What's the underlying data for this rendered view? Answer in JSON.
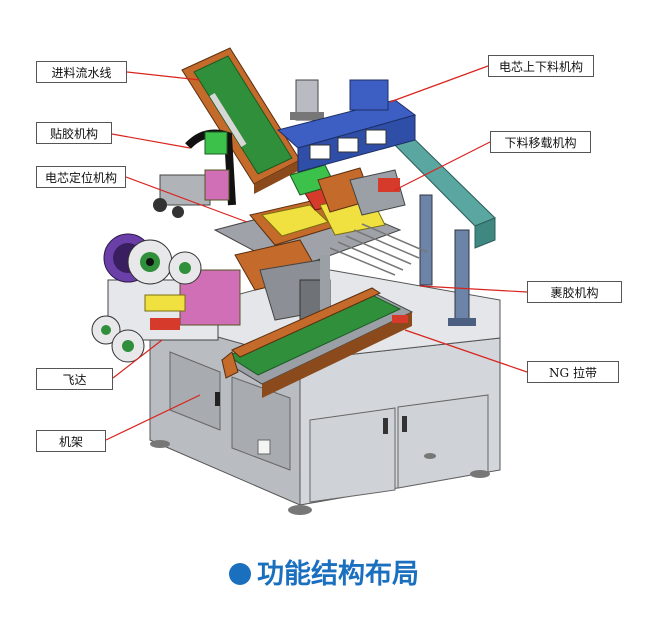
{
  "labels": {
    "feed_conveyor": "进料流水线",
    "taping_mechanism": "贴胶机构",
    "cell_positioning": "电芯定位机构",
    "flying_reach": "飞达",
    "frame": "机架",
    "cell_load_unload": "电芯上下料机构",
    "unload_transfer": "下料移载机构",
    "wrapping_mechanism": "裹胶机构",
    "ng_belt": "NG 拉带"
  },
  "caption": "功能结构布局",
  "colors": {
    "caption_blue": "#1a6fbf",
    "leader_red": "#d9241e",
    "frame_gray": "#c9ccd1",
    "belt_green": "#2f8f3a",
    "belt_orange": "#c46a2a",
    "blue_mech": "#3d5fc4",
    "teal_gantry": "#5aa6a0",
    "purple_reel": "#6b3fa8",
    "yellow_part": "#f0e040",
    "red_part": "#d63a2a"
  }
}
